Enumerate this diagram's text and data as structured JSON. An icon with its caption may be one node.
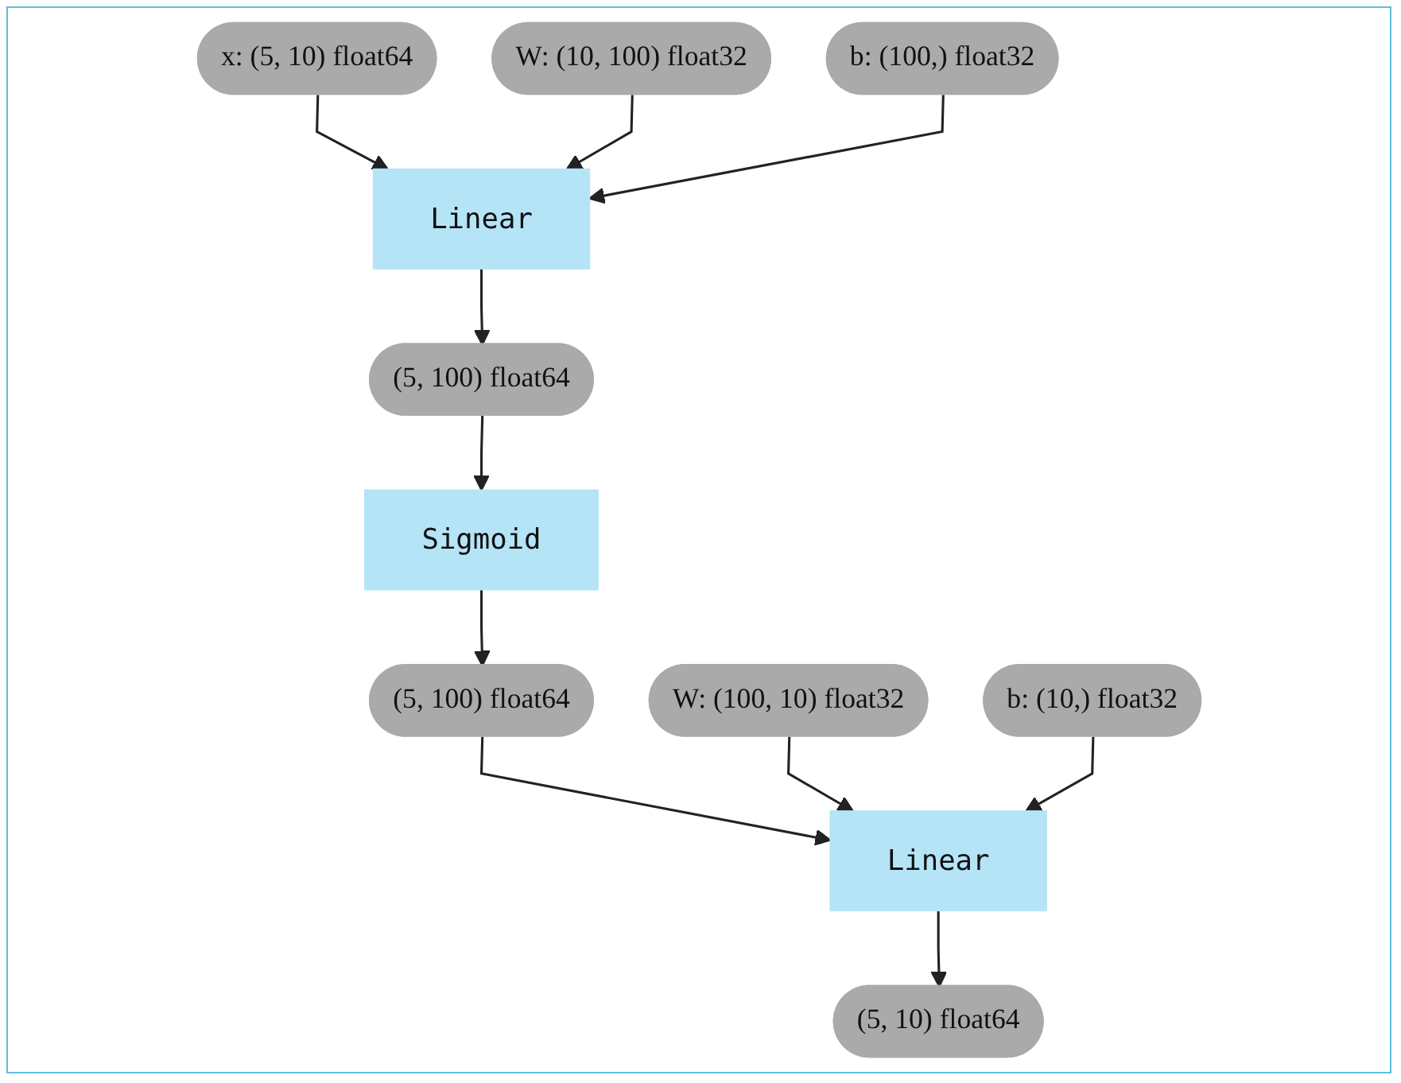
{
  "diagram": {
    "nodes": [
      {
        "text": [
          "x: (5, 10) float64"
        ]
      },
      {
        "text": [
          "W: (10, 100) float32"
        ]
      },
      {
        "text": [
          "b: (100,) float32"
        ]
      },
      {
        "text": [
          "Linear"
        ]
      },
      {
        "text": [
          "(5, 100) float64"
        ]
      },
      {
        "text": [
          "Sigmoid"
        ]
      },
      {
        "text": [
          "(5, 100) float64"
        ]
      },
      {
        "text": [
          "W: (100, 10) float32"
        ]
      },
      {
        "text": [
          "b: (10,) float32"
        ]
      },
      {
        "text": [
          "Linear"
        ]
      },
      {
        "text": [
          "(5, 10) float64"
        ]
      }
    ],
    "edges": [
      {
        "from": 0,
        "to": 3,
        "arrow": "to"
      },
      {
        "from": 1,
        "to": 3,
        "arrow": "to"
      },
      {
        "from": 2,
        "to": 3,
        "arrow": "to"
      },
      {
        "from": 3,
        "to": 4,
        "arrow": "to"
      },
      {
        "from": 4,
        "to": 5,
        "arrow": "to"
      },
      {
        "from": 5,
        "to": 6,
        "arrow": "to"
      },
      {
        "from": 6,
        "to": 9,
        "arrow": "to"
      },
      {
        "from": 7,
        "to": 9,
        "arrow": "to"
      },
      {
        "from": 8,
        "to": 9,
        "arrow": "to"
      },
      {
        "from": 9,
        "to": 10,
        "arrow": "to"
      }
    ]
  }
}
